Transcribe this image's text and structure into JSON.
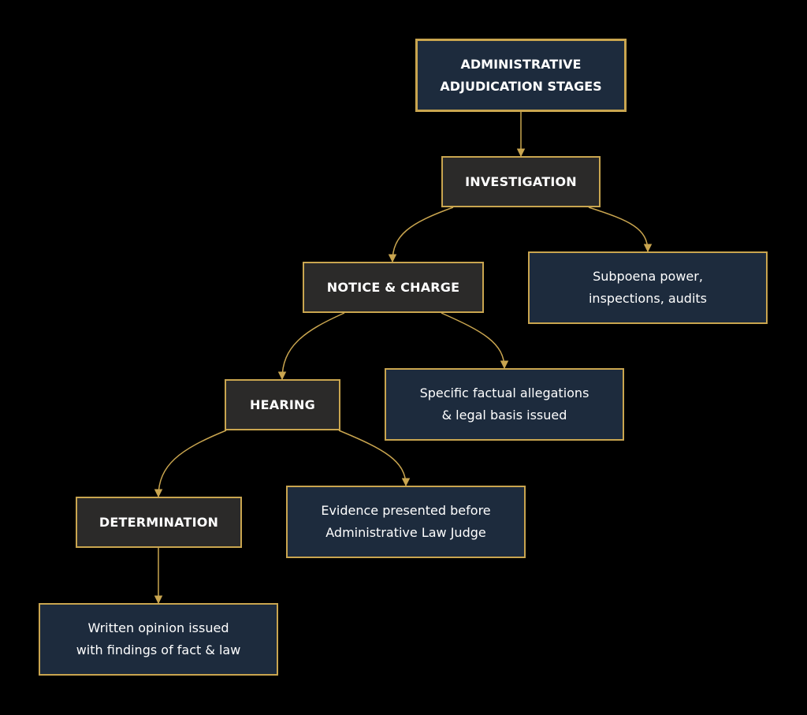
{
  "colors": {
    "background": "#000000",
    "stage_fill": "#2b2a29",
    "detail_fill": "#1d2b3d",
    "border_gold": "#c9a54f",
    "text": "#ffffff"
  },
  "nodes": {
    "title": "ADMINISTRATIVE\nADJUDICATION STAGES",
    "investigation": "INVESTIGATION",
    "investigation_detail": "Subpoena power,\ninspections, audits",
    "notice": "NOTICE & CHARGE",
    "notice_detail": "Specific factual allegations\n& legal basis issued",
    "hearing": "HEARING",
    "hearing_detail": "Evidence presented before\nAdministrative Law Judge",
    "determination": "DETERMINATION",
    "determination_detail": "Written opinion issued\nwith findings of fact & law"
  },
  "edges": [
    {
      "from": "title",
      "to": "investigation"
    },
    {
      "from": "investigation",
      "to": "notice"
    },
    {
      "from": "investigation",
      "to": "investigation_detail"
    },
    {
      "from": "notice",
      "to": "hearing"
    },
    {
      "from": "notice",
      "to": "notice_detail"
    },
    {
      "from": "hearing",
      "to": "determination"
    },
    {
      "from": "hearing",
      "to": "hearing_detail"
    },
    {
      "from": "determination",
      "to": "determination_detail"
    }
  ]
}
